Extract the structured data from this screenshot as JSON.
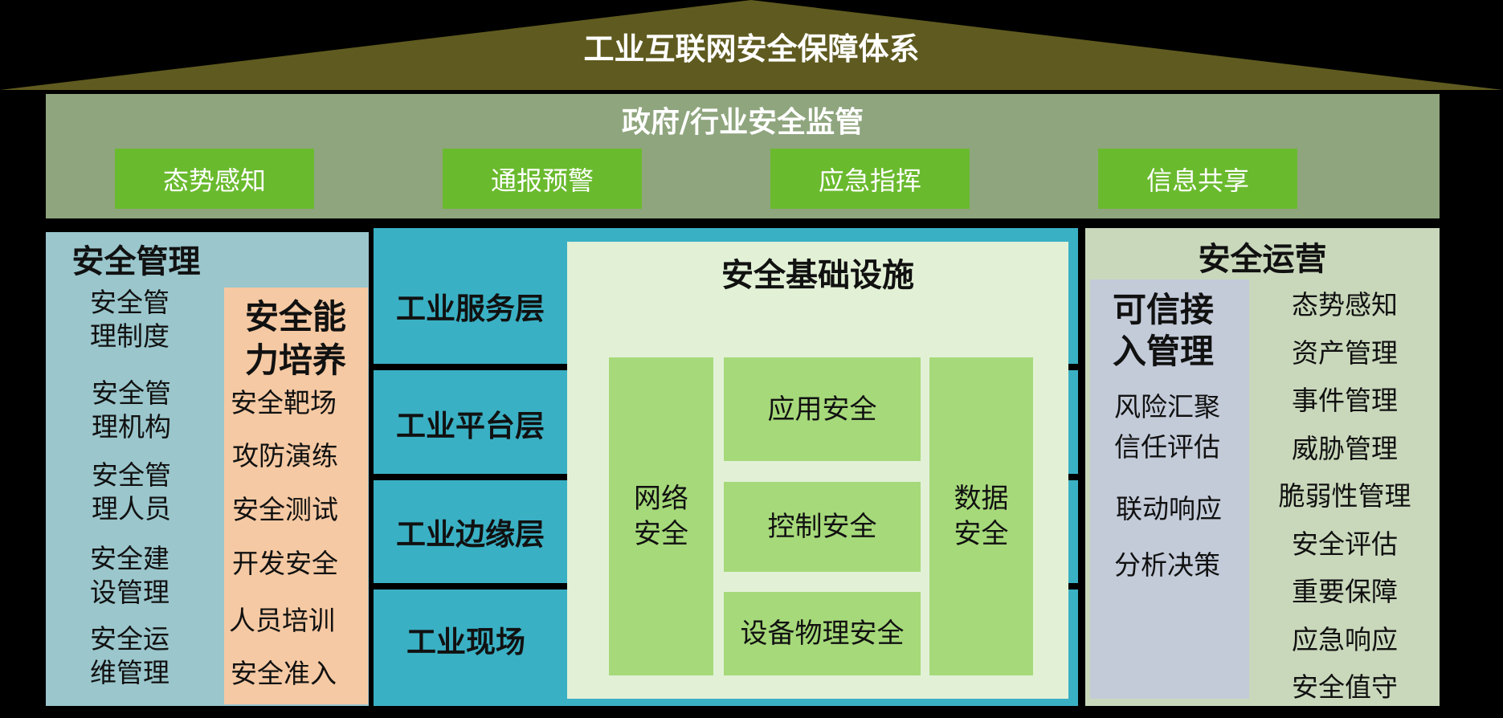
{
  "title": "工业互联网安全保障体系",
  "colors": {
    "roof": "#5f5a1f",
    "gov": "#8fa57e",
    "gov_box": "#6aba2e",
    "teal": "#3ab0c4"
  },
  "gov": {
    "title": "政府/行业安全监管",
    "items": [
      "态势感知",
      "通报预警",
      "应急指挥",
      "信息共享"
    ]
  },
  "management": {
    "title": "安全管理",
    "items": [
      "安全管理制度",
      "安全管理机构",
      "安全管理人员",
      "安全建设管理",
      "安全运维管理"
    ],
    "capability": {
      "title": "安全能力培养",
      "items": [
        "安全靶场",
        "攻防演练",
        "安全测试",
        "开发安全",
        "人员培训",
        "安全准入"
      ]
    }
  },
  "layers": [
    "工业服务层",
    "工业平台层",
    "工业边缘层",
    "工业现场"
  ],
  "infra": {
    "title": "安全基础设施",
    "network": "网络安全",
    "app": "应用安全",
    "control": "控制安全",
    "device": "设备物理安全",
    "data": "数据安全"
  },
  "operations": {
    "title": "安全运营",
    "trusted": {
      "title": "可信接入管理",
      "items": [
        "风险汇聚",
        "信任评估",
        "联动响应",
        "分析决策"
      ]
    },
    "items": [
      "态势感知",
      "资产管理",
      "事件管理",
      "威胁管理",
      "脆弱性管理",
      "安全评估",
      "重要保障",
      "应急响应",
      "安全值守"
    ]
  }
}
